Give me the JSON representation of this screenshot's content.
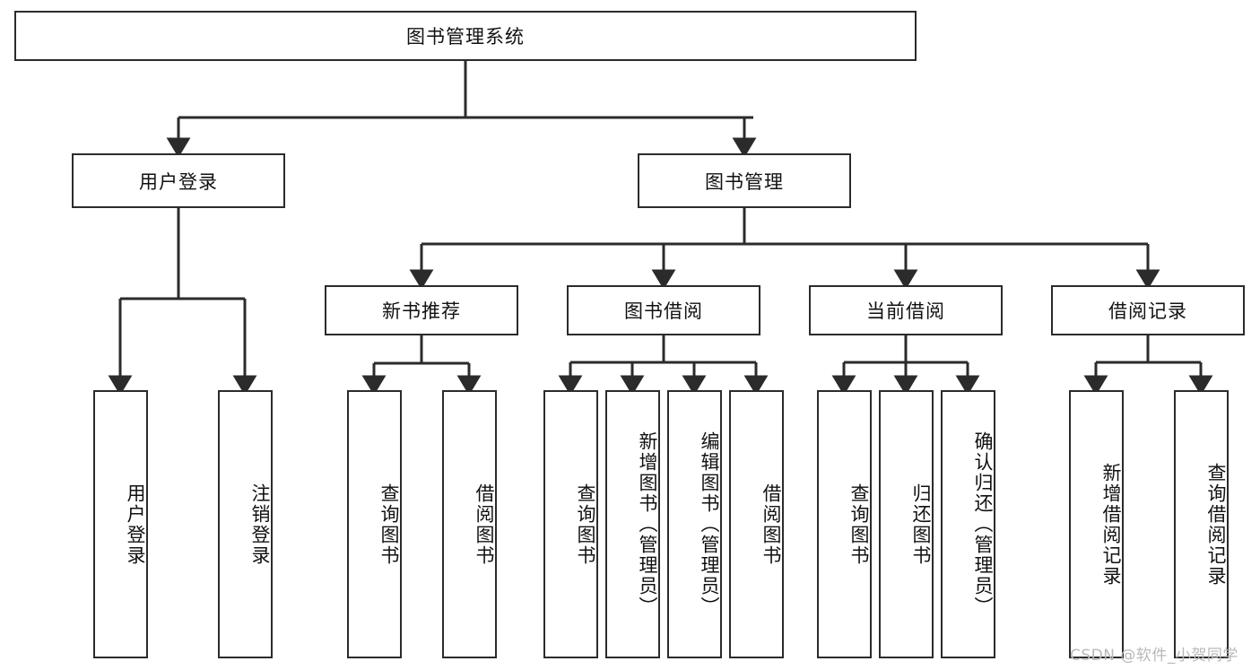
{
  "diagram": {
    "title": "图书管理系统",
    "type": "tree-hierarchy-chart",
    "root": {
      "label": "图书管理系统"
    },
    "level2": [
      {
        "label": "用户登录"
      },
      {
        "label": "图书管理"
      }
    ],
    "level3": [
      {
        "label": "新书推荐"
      },
      {
        "label": "图书借阅"
      },
      {
        "label": "当前借阅"
      },
      {
        "label": "借阅记录"
      }
    ],
    "leaves": {
      "user_login": [
        {
          "label": "用户登录"
        },
        {
          "label": "注销登录"
        }
      ],
      "new_book_recommend": [
        {
          "label": "查询图书"
        },
        {
          "label": "借阅图书"
        }
      ],
      "book_borrow": [
        {
          "label": "查询图书"
        },
        {
          "label": "新增图书（管理员）"
        },
        {
          "label": "编辑图书（管理员）"
        },
        {
          "label": "借阅图书"
        }
      ],
      "current_borrow": [
        {
          "label": "查询图书"
        },
        {
          "label": "归还图书"
        },
        {
          "label": "确认归还（管理员）"
        }
      ],
      "borrow_record": [
        {
          "label": "新增借阅记录"
        },
        {
          "label": "查询借阅记录"
        }
      ]
    }
  },
  "watermark": {
    "text": "CSDN @软件_小贺同学"
  },
  "colors": {
    "border": "#2b2b2b",
    "background": "#ffffff",
    "text": "#111111",
    "watermark": "#b9b9b9"
  }
}
